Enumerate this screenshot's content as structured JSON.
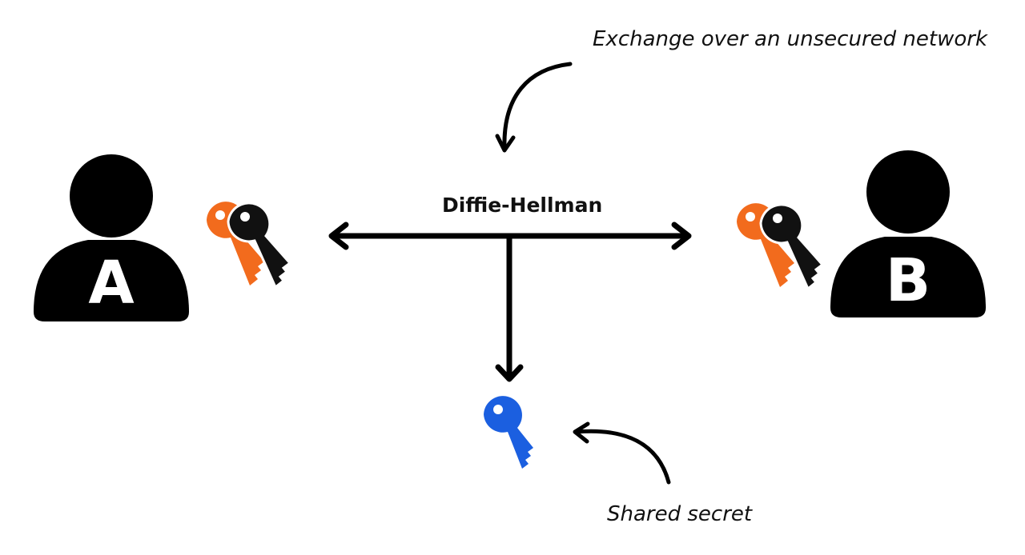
{
  "labels": {
    "exchange_note": "Exchange over an unsecured network",
    "protocol": "Diffie-Hellman",
    "shared_secret": "Shared secret"
  },
  "parties": {
    "a": {
      "letter": "A"
    },
    "b": {
      "letter": "B"
    }
  },
  "icons": {
    "person": "person-icon",
    "private_key": "key-icon",
    "public_key": "key-icon",
    "secret_key": "key-icon",
    "curved_arrow": "curved-arrow-icon"
  },
  "colors": {
    "private_key": "#f26b1d",
    "public_key": "#111111",
    "secret_key": "#1b5fe0",
    "person": "#000000",
    "arrow": "#000000"
  }
}
